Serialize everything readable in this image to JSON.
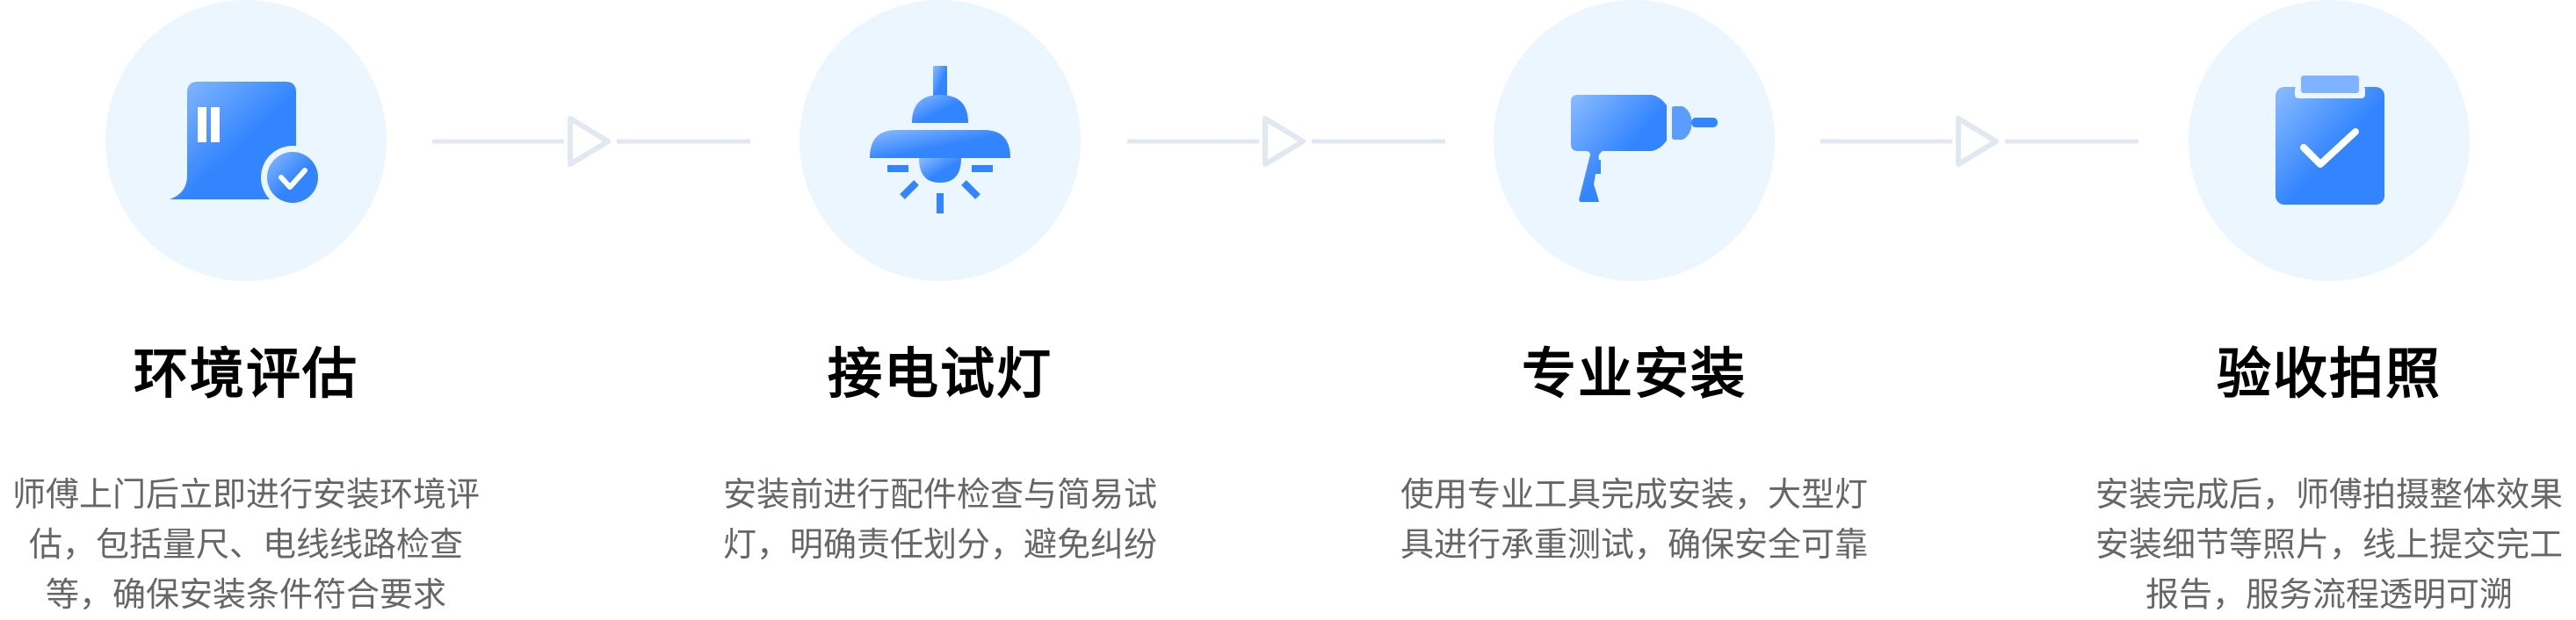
{
  "colors": {
    "circle_bg": "#ebf6fe",
    "icon_light": "#8cbcff",
    "icon_dark": "#3385ff",
    "connector": "#e1e8ef",
    "title": "#000000",
    "description": "#666666"
  },
  "steps": [
    {
      "icon": "document-check-icon",
      "title": "环境评估",
      "description": "师傅上门后立即进行安装环境评估，包括量尺、电线线路检查等，确保安装条件符合要求"
    },
    {
      "icon": "ceiling-lamp-icon",
      "title": "接电试灯",
      "description": "安装前进行配件检查与简易试灯，明确责任划分，避免纠纷"
    },
    {
      "icon": "power-drill-icon",
      "title": "专业安装",
      "description": "使用专业工具完成安装，大型灯具进行承重测试，确保安全可靠"
    },
    {
      "icon": "clipboard-check-icon",
      "title": "验收拍照",
      "description": "安装完成后，师傅拍摄整体效果安装细节等照片，线上提交完工报告，服务流程透明可溯"
    }
  ],
  "connectors": [
    {
      "icon": "arrow-right-icon"
    },
    {
      "icon": "arrow-right-icon"
    },
    {
      "icon": "arrow-right-icon"
    }
  ]
}
